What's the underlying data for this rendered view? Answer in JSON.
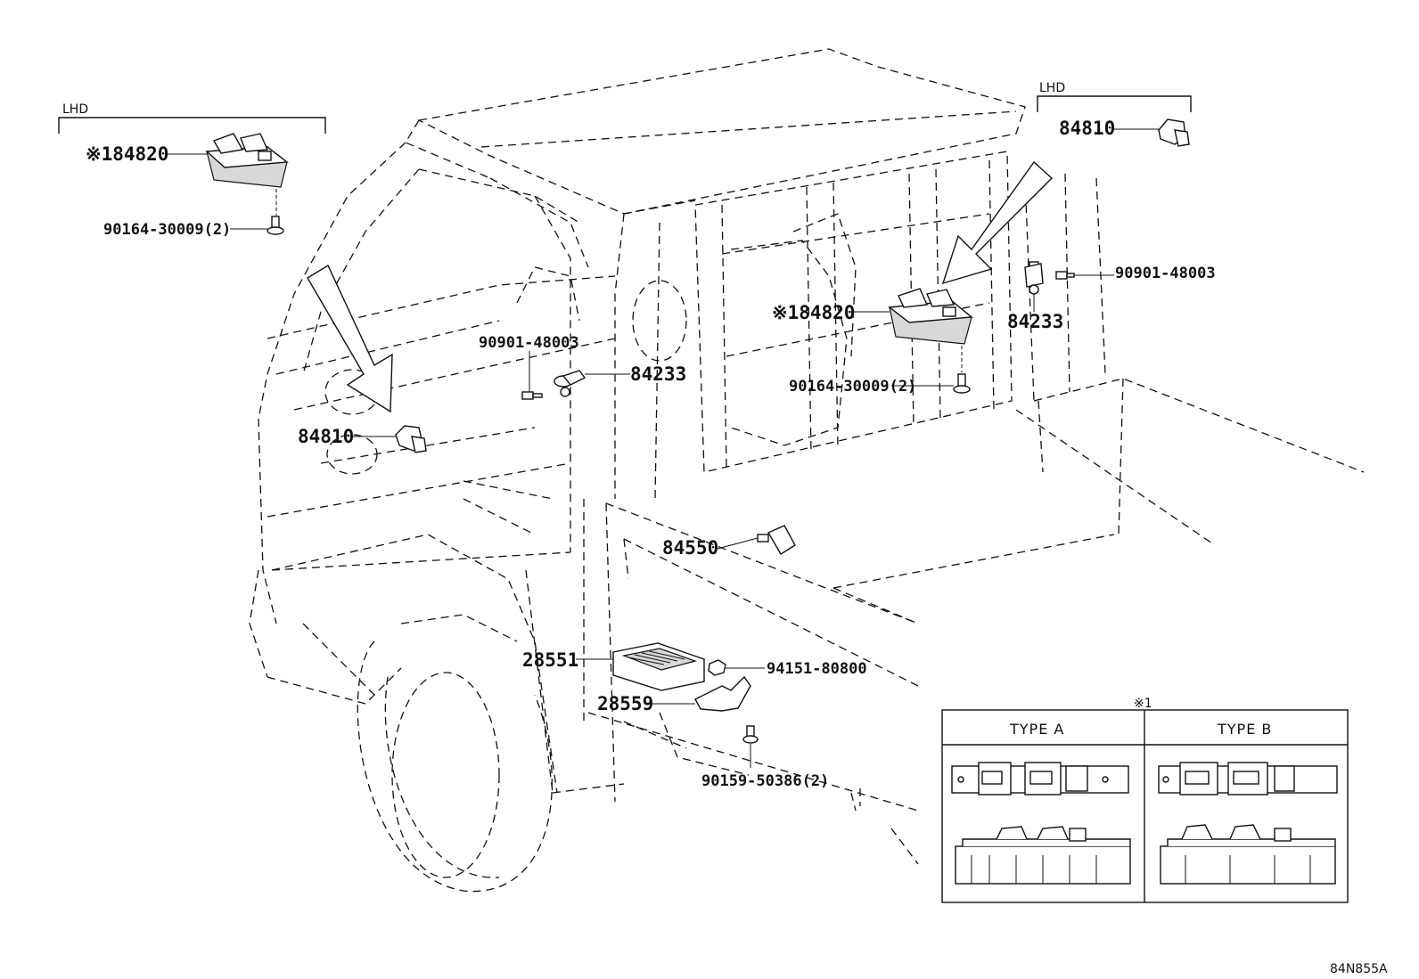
{
  "labels": {
    "lhd_left": "LHD",
    "lhd_right": "LHD",
    "switch_left": "※184820",
    "screw_left": "90164-30009(2)",
    "bolt_center": "90901-48003",
    "sensor_center": "84233",
    "switch_small_left": "84810",
    "switch_center": "※184820",
    "screw_center": "90164-30009(2)",
    "switch_small_right": "84810",
    "bolt_right": "90901-48003",
    "sensor_right": "84233",
    "switch_84550": "84550",
    "module": "28551",
    "nut": "94151-80800",
    "bracket": "28559",
    "bolt_bottom": "90159-50386(2)",
    "ref_mark": "※1",
    "type_a": "TYPE A",
    "type_b": "TYPE B",
    "drawing_code": "84N855A"
  }
}
